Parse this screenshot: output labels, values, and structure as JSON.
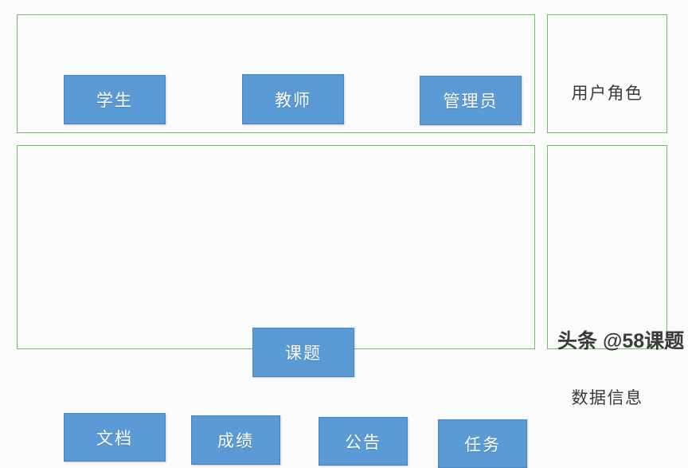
{
  "diagram": {
    "type": "block-diagram",
    "background_color": "#fbfbfb",
    "group_border_color": "#6cbf5e",
    "node_fill_color": "#5b9bd5",
    "node_border_color": "#4a86bd",
    "node_text_color": "#ffffff",
    "groups": [
      {
        "id": "roles",
        "caption": "用户角色",
        "nodes": [
          {
            "id": "student",
            "label": "学生"
          },
          {
            "id": "teacher",
            "label": "教师"
          },
          {
            "id": "admin",
            "label": "管理员"
          }
        ]
      },
      {
        "id": "data",
        "caption": "数据信息",
        "nodes": [
          {
            "id": "topic",
            "label": "课题"
          },
          {
            "id": "document",
            "label": "文档"
          },
          {
            "id": "score",
            "label": "成绩"
          },
          {
            "id": "notice",
            "label": "公告"
          },
          {
            "id": "task",
            "label": "任务"
          }
        ]
      }
    ]
  },
  "watermark": {
    "text": "头条 @58课题"
  }
}
